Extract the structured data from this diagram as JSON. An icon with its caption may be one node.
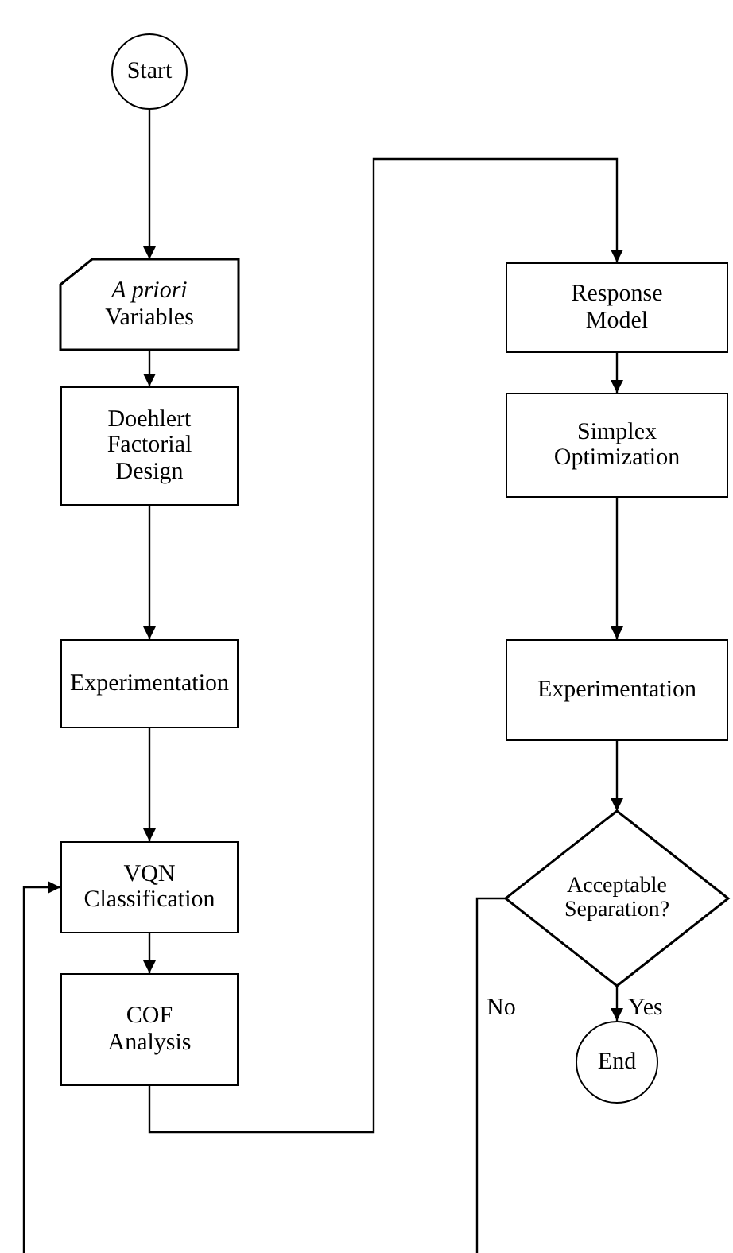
{
  "diagram": {
    "nodes": [
      {
        "text": [
          "Start"
        ]
      },
      {
        "text": [
          "*A priori* Variables"
        ]
      },
      {
        "text": [
          "Doehlert Factorial Design"
        ]
      },
      {
        "text": [
          "Experimentation"
        ]
      },
      {
        "text": [
          "VQN Classification"
        ]
      },
      {
        "text": [
          "COF Analysis"
        ]
      },
      {
        "text": [
          "Response Model"
        ]
      },
      {
        "text": [
          "Simplex Optimization"
        ]
      },
      {
        "text": [
          "Experimentation"
        ]
      },
      {
        "text": [
          "Acceptable Separation?"
        ]
      },
      {
        "text": [
          "End"
        ]
      }
    ],
    "edges": [
      {
        "from": 0,
        "to": 1,
        "arrow": "to"
      },
      {
        "from": 1,
        "to": 2,
        "arrow": "to"
      },
      {
        "from": 2,
        "to": 3,
        "arrow": "to"
      },
      {
        "from": 3,
        "to": 4,
        "arrow": "to"
      },
      {
        "from": 4,
        "to": 5,
        "arrow": "to"
      },
      {
        "from": 5,
        "to": 6,
        "arrow": "to"
      },
      {
        "from": 6,
        "to": 7,
        "arrow": "to"
      },
      {
        "from": 7,
        "to": 8,
        "arrow": "to"
      },
      {
        "from": 8,
        "to": 9,
        "arrow": "to"
      },
      {
        "from": 9,
        "to": 10,
        "label": "Yes",
        "arrow": "to"
      },
      {
        "from": 9,
        "to": null,
        "label": "No",
        "arrow": "none"
      },
      {
        "from": null,
        "to": 4,
        "arrow": "to"
      }
    ]
  }
}
